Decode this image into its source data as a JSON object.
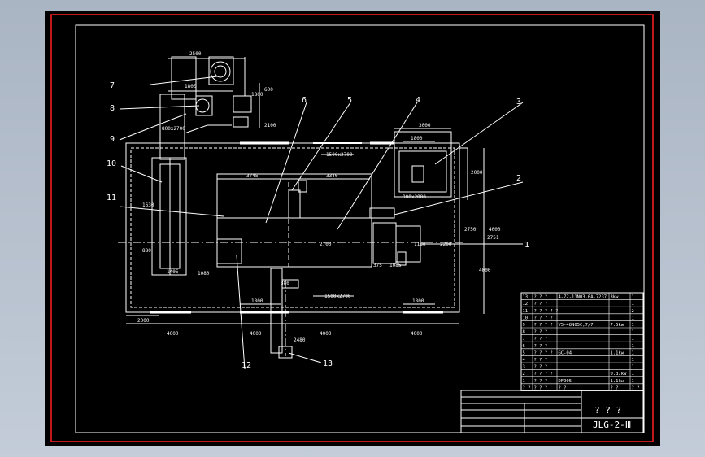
{
  "drawing": {
    "code": "JLG-2-Ⅲ",
    "title": "? ? ?",
    "frame_color": "#ff2020",
    "line_color": "#ffffff"
  },
  "callouts": [
    "1",
    "2",
    "3",
    "4",
    "5",
    "6",
    "7",
    "8",
    "9",
    "10",
    "11",
    "12",
    "13"
  ],
  "dimensions": {
    "d2500": "2500",
    "d1800a": "1800",
    "d600": "600",
    "d1800b": "1800",
    "d2100": "2100",
    "d800x2700": "800x2700",
    "d3000": "3000",
    "d1800c": "1800",
    "d2000a": "2000",
    "d1500x2700a": "1500x2700",
    "d3745": "3745",
    "d3340": "3340",
    "d900x2000": "900x2000",
    "d2700": "2700",
    "d4000a": "4000",
    "d1500x2700b": "1500x2700",
    "d4000b": "4000",
    "d1180": "1180",
    "d2200": "2200",
    "d2750": "2750",
    "d2751": "2751",
    "d1630": "1630",
    "d1405": "1405",
    "d1080": "1080",
    "d880": "880",
    "d1085": "1085",
    "d375": "375",
    "d380": "380",
    "d1800d": "1800",
    "d1800e": "1800",
    "d2000b": "2000",
    "d4000c": "4000",
    "d4000d": "4000",
    "d4000e": "4000",
    "d4000f": "4000",
    "d2480": "2480"
  },
  "parts_table": [
    {
      "no": "13",
      "name": "? ? ?",
      "spec": "4-72-11NO3.6A,7237",
      "qty_note": "3kw",
      "qty": "1"
    },
    {
      "no": "12",
      "name": "? ? ?",
      "spec": "",
      "qty_note": "",
      "qty": "1"
    },
    {
      "no": "11",
      "name": "? ? ? ? ?",
      "spec": "",
      "qty_note": "",
      "qty": "2"
    },
    {
      "no": "10",
      "name": "? ? ? ?",
      "spec": "",
      "qty_note": "",
      "qty": "1"
    },
    {
      "no": "9",
      "name": "? ? ? ?",
      "spec": "Y5-48N05C,7/7",
      "qty_note": "7.5kw",
      "qty": "1"
    },
    {
      "no": "8",
      "name": "? ? ?",
      "spec": "",
      "qty_note": "",
      "qty": "1"
    },
    {
      "no": "7",
      "name": "? ? ?",
      "spec": "",
      "qty_note": "",
      "qty": "1"
    },
    {
      "no": "6",
      "name": "? ? ?",
      "spec": "",
      "qty_note": "",
      "qty": "1"
    },
    {
      "no": "5",
      "name": "? ? ? ?",
      "spec": "GC-04",
      "qty_note": "1.1kw",
      "qty": "1"
    },
    {
      "no": "4",
      "name": "? ? ?",
      "spec": "",
      "qty_note": "",
      "qty": "1"
    },
    {
      "no": "3",
      "name": "? ? ?",
      "spec": "",
      "qty_note": "",
      "qty": "1"
    },
    {
      "no": "2",
      "name": "? ? ? ?",
      "spec": "",
      "qty_note": "0.37kw",
      "qty": "1"
    },
    {
      "no": "1",
      "name": "? ? ?",
      "spec": "DF905",
      "qty_note": "1.1kw",
      "qty": "1"
    },
    {
      "no": "? ?",
      "name": "? ? ?",
      "spec": "? ?",
      "qty_note": "? ?",
      "qty": "? ?"
    }
  ]
}
